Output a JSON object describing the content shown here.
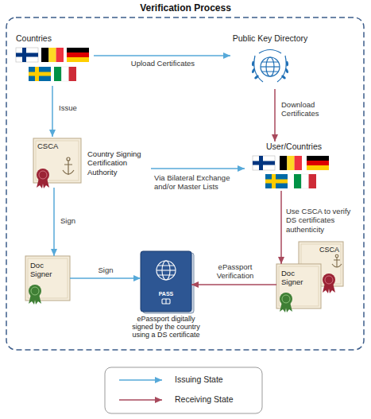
{
  "diagram": {
    "title": "Verification Process",
    "nodes": [
      {
        "text": [
          "Countries"
        ]
      },
      {
        "text": [
          "Public Key Directory"
        ]
      },
      {
        "text": [
          "CSCA",
          "Country Signing Certification Authority"
        ]
      },
      {
        "text": [
          "User/Countries"
        ]
      },
      {
        "text": [
          "Doc Signer"
        ]
      },
      {
        "text": [
          "PASS",
          "ePassport digitally signed by the country using a DS certificate"
        ]
      },
      {
        "text": [
          "CSCA"
        ]
      },
      {
        "text": [
          "Doc Signer"
        ]
      }
    ],
    "edges": [
      {
        "from": 0,
        "to": 1,
        "arrow": "to",
        "label": "Upload Certificates"
      },
      {
        "from": 1,
        "to": 3,
        "arrow": "to",
        "label": "Download Certificates"
      },
      {
        "from": 0,
        "to": 2,
        "arrow": "to",
        "label": "Issue"
      },
      {
        "from": 2,
        "to": 3,
        "arrow": "to",
        "label": "Via Bilateral Exchange and/or Master Lists"
      },
      {
        "from": 2,
        "to": 4,
        "arrow": "to",
        "label": "Sign"
      },
      {
        "from": 4,
        "to": 5,
        "arrow": "to",
        "label": "Sign"
      },
      {
        "from": 3,
        "to": 7,
        "arrow": "to",
        "label": "Use CSCA to verify DS certificates authenticity"
      },
      {
        "from": 7,
        "to": 5,
        "arrow": "to",
        "label": "ePassport Verification"
      }
    ],
    "legend": [
      {
        "text": "Issuing State"
      },
      {
        "text": "Receiving State"
      }
    ]
  }
}
